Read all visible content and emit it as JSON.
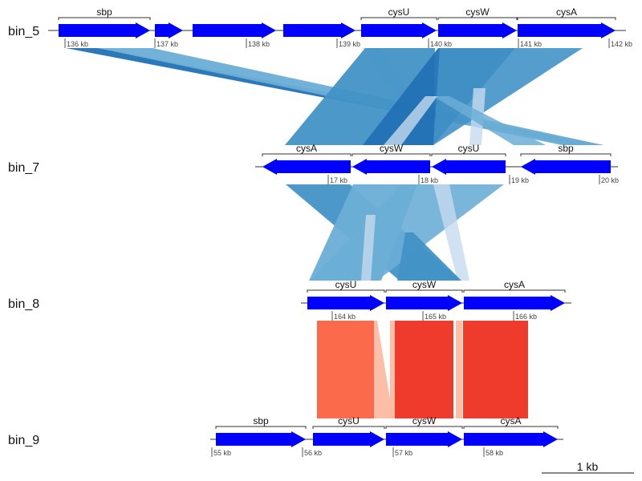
{
  "colors": {
    "gene_fill": "#0000ff",
    "backbone": "#333333",
    "tick": "#555555",
    "blue_dark": "#2171b5",
    "blue_mid": "#4292c6",
    "blue_light": "#6baed6",
    "blue_pale": "#c6dbef",
    "red_dark": "#ef3b2c",
    "red_mid": "#fb6a4a",
    "red_light": "#fcbba1"
  },
  "scale_bar": {
    "label": "1 kb"
  },
  "tracks": [
    {
      "id": "bin_5",
      "label": "bin_5",
      "flip": false,
      "genes": [
        {
          "name": "sbp",
          "label": "sbp",
          "group": "sbp"
        },
        {
          "name": "g2",
          "label": ""
        },
        {
          "name": "g3",
          "label": ""
        },
        {
          "name": "g4",
          "label": ""
        },
        {
          "name": "cysU",
          "label": "cysU",
          "group": "cysU"
        },
        {
          "name": "cysW",
          "label": "cysW",
          "group": "cysW"
        },
        {
          "name": "cysA",
          "label": "cysA",
          "group": "cysA"
        }
      ],
      "ticks": [
        "136 kb",
        "137 kb",
        "138 kb",
        "139 kb",
        "140 kb",
        "141 kb",
        "142 kb"
      ]
    },
    {
      "id": "bin_7",
      "label": "bin_7",
      "flip": true,
      "genes": [
        {
          "name": "cysA",
          "label": "cysA",
          "group": "cysA"
        },
        {
          "name": "cysW",
          "label": "cysW",
          "group": "cysW"
        },
        {
          "name": "cysU",
          "label": "cysU",
          "group": "cysU"
        },
        {
          "name": "sbp",
          "label": "sbp",
          "group": "sbp"
        }
      ],
      "ticks": [
        "17 kb",
        "18 kb",
        "19 kb",
        "20 kb"
      ]
    },
    {
      "id": "bin_8",
      "label": "bin_8",
      "flip": false,
      "genes": [
        {
          "name": "cysU",
          "label": "cysU",
          "group": "cysU"
        },
        {
          "name": "cysW",
          "label": "cysW",
          "group": "cysW"
        },
        {
          "name": "cysA",
          "label": "cysA",
          "group": "cysA"
        }
      ],
      "ticks": [
        "164 kb",
        "165 kb",
        "166 kb"
      ]
    },
    {
      "id": "bin_9",
      "label": "bin_9",
      "flip": false,
      "genes": [
        {
          "name": "sbp",
          "label": "sbp",
          "group": "sbp"
        },
        {
          "name": "cysU",
          "label": "cysU",
          "group": "cysU"
        },
        {
          "name": "cysW",
          "label": "cysW",
          "group": "cysW"
        },
        {
          "name": "cysA",
          "label": "cysA",
          "group": "cysA"
        }
      ],
      "ticks": [
        "55 kb",
        "56 kb",
        "57 kb",
        "58 kb"
      ]
    }
  ]
}
